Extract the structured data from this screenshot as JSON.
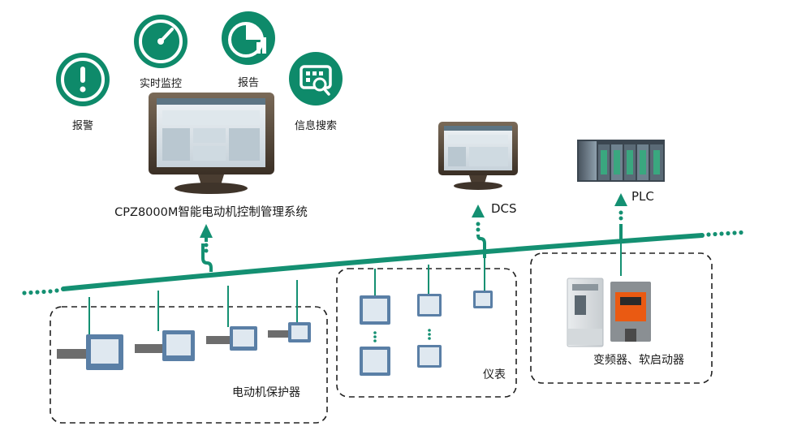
{
  "colors": {
    "accent": "#0e8a6a",
    "bus": "#149072",
    "dashed_border": "#222222",
    "text": "#1a1a1a"
  },
  "features": [
    {
      "icon": "exclamation-icon",
      "label": "报警"
    },
    {
      "icon": "gauge-icon",
      "label": "实时监控"
    },
    {
      "icon": "pie-chart-icon",
      "label": "报告"
    },
    {
      "icon": "search-grid-icon",
      "label": "信息搜索"
    }
  ],
  "nodes": {
    "main_system": "CPZ8000M智能电动机控制管理系统",
    "dcs": "DCS",
    "plc": "PLC"
  },
  "groups": {
    "motor_protector": "电动机保护器",
    "meters": "仪表",
    "drives": "变频器、软启动器"
  }
}
